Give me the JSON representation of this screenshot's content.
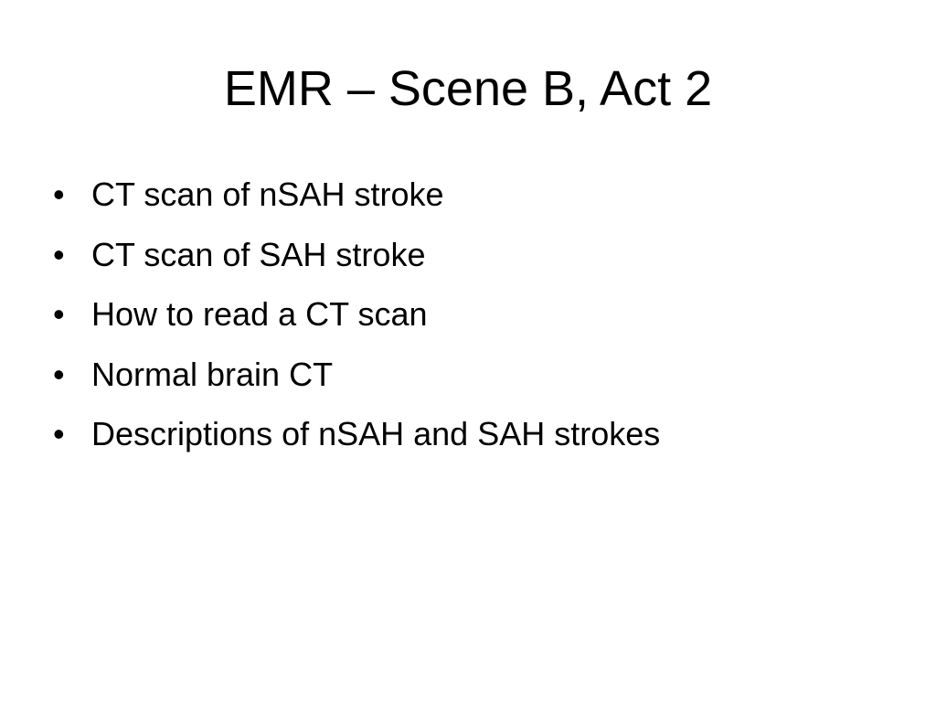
{
  "slide": {
    "title": "EMR – Scene B, Act 2",
    "bullet_symbol": "•",
    "bullets": [
      "CT scan of nSAH stroke",
      "CT scan of SAH stroke",
      "How to read a CT scan",
      "Normal brain CT",
      "Descriptions of nSAH and SAH strokes"
    ]
  }
}
